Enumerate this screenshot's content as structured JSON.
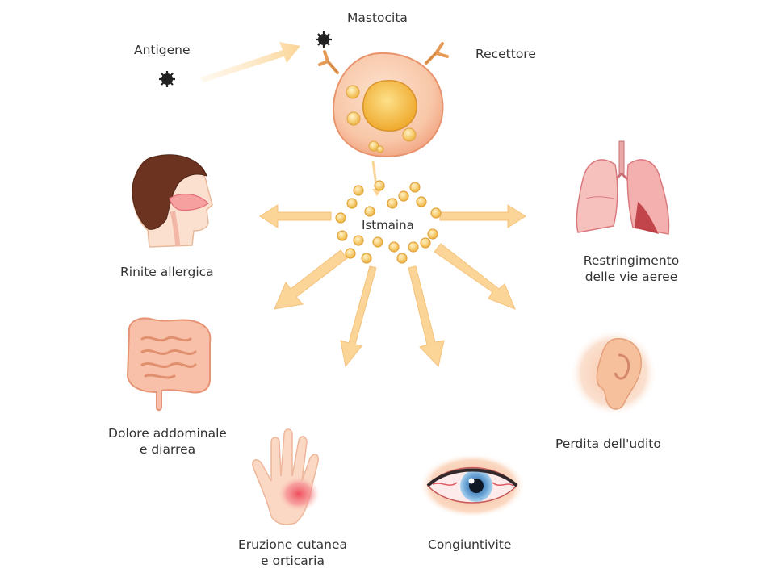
{
  "colors": {
    "arrow": "#fbd597",
    "arrow_edge": "#f7be6e",
    "histamine": "#f6c445",
    "histamine_edge": "#e2a33a",
    "cell": "#f8c7a8",
    "nucleus": "#f5c04a",
    "text": "#333333"
  },
  "labels": {
    "antigen": "Antigene",
    "mast_cell": "Mastocita",
    "receptor": "Recettore",
    "histamine": "Istmaina",
    "rhinitis": "Rinite allergica",
    "airways_1": "Restringimento",
    "airways_2": "delle vie aeree",
    "abdominal_1": "Dolore addominale",
    "abdominal_2": "e diarrea",
    "hearing": "Perdita dell'udito",
    "rash_1": "Eruzione cutanea",
    "rash_2": "e orticaria",
    "conjunctivitis": "Congiuntivite"
  },
  "icons": [
    "antigen-icon",
    "mast-cell-icon",
    "receptor-icon",
    "head-nose-icon",
    "lungs-icon",
    "intestine-icon",
    "ear-icon",
    "hand-rash-icon",
    "red-eye-icon"
  ]
}
